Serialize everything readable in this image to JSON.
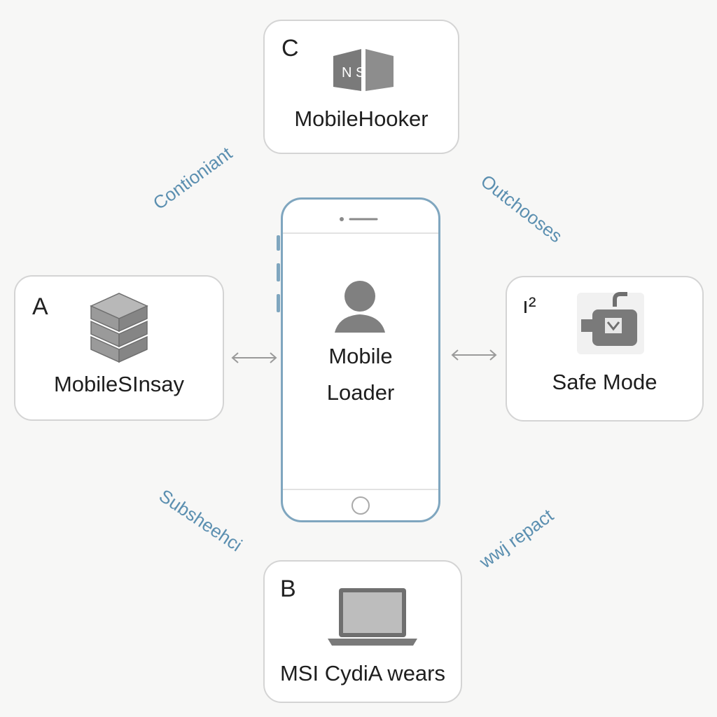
{
  "nodes": {
    "top": {
      "letter": "C",
      "label": "MobileHooker",
      "icon": "book-icon",
      "icon_text": "N S"
    },
    "left": {
      "letter": "A",
      "label": "MobileSInsay",
      "icon": "server-stack-icon"
    },
    "right": {
      "letter": "ı²",
      "label": "Safe Mode",
      "icon": "plug-connector-icon"
    },
    "bottom": {
      "letter": "B",
      "label": "MSI  CydiA wears",
      "icon": "laptop-icon"
    }
  },
  "center": {
    "line1": "Mobile",
    "line2": "Loader",
    "icon": "user-avatar-icon"
  },
  "connectors": {
    "top_left": "Contioniant",
    "top_right": "Outchooses",
    "bottom_left": "Subsheehci",
    "bottom_right": "wwj repact"
  },
  "colors": {
    "accent_blue": "#5b8fb0",
    "phone_border": "#7fa6bf",
    "icon_gray": "#7a7a7a",
    "card_border": "#d4d4d4"
  }
}
